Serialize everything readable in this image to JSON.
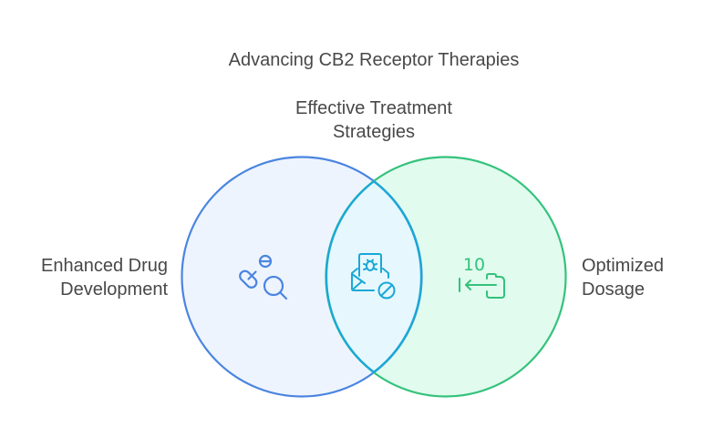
{
  "diagram": {
    "type": "venn",
    "title": "Advancing CB2 Receptor Therapies",
    "sets": [
      {
        "id": "left",
        "label_lines": [
          "Enhanced Drug",
          "Development"
        ],
        "icon": "pills-magnifier-icon",
        "stroke": "#4A85E0",
        "fill": "#EEF4FE",
        "icon_color": "#4A85E0"
      },
      {
        "id": "right",
        "label_lines": [
          "Optimized",
          "Dosage"
        ],
        "icon": "dosage-reduction-icon",
        "icon_number": "10",
        "stroke": "#34C27C",
        "fill": "#E1FBEE",
        "icon_color": "#34C27C"
      }
    ],
    "intersection": {
      "label_lines": [
        "Effective Treatment",
        "Strategies"
      ],
      "icon": "envelope-bug-blocked-icon",
      "stroke": "#1AA8D6",
      "fill": "#E6F7FE",
      "icon_color": "#1AA8D6"
    }
  }
}
